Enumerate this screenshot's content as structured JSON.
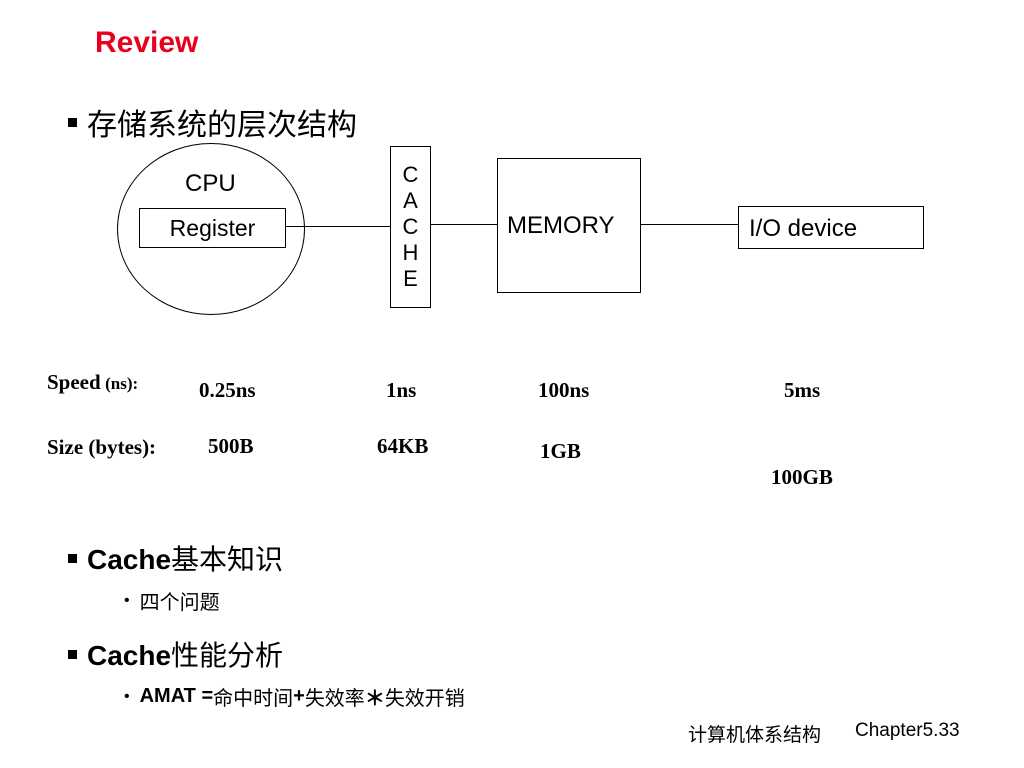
{
  "title": "Review",
  "section1": {
    "heading": "存储系统的层次结构"
  },
  "diagram": {
    "cpu_label": "CPU",
    "register_label": "Register",
    "cache_letters": [
      "C",
      "A",
      "C",
      "H",
      "E"
    ],
    "memory_label": "MEMORY",
    "io_label": "I/O device"
  },
  "speed": {
    "label": "Speed",
    "unit": "(ns):",
    "values": [
      "0.25ns",
      "1ns",
      "100ns",
      "5ms"
    ]
  },
  "size": {
    "label": "Size (bytes):",
    "values": [
      "500B",
      "64KB",
      "1GB",
      "100GB"
    ]
  },
  "section2": {
    "heading_prefix": "Cache",
    "heading_suffix": "基本知识",
    "sub_item": "四个问题"
  },
  "section3": {
    "heading_prefix": "Cache",
    "heading_suffix": "性能分析",
    "sub_prefix": "AMAT = ",
    "sub_part1": "命中时间",
    "sub_plus": "+",
    "sub_part2": "失效率",
    "sub_star": "＊",
    "sub_part3": "失效开销"
  },
  "footer": {
    "course": "计算机体系结构",
    "page": "Chapter5.33"
  },
  "colors": {
    "title": "#e8001c"
  }
}
